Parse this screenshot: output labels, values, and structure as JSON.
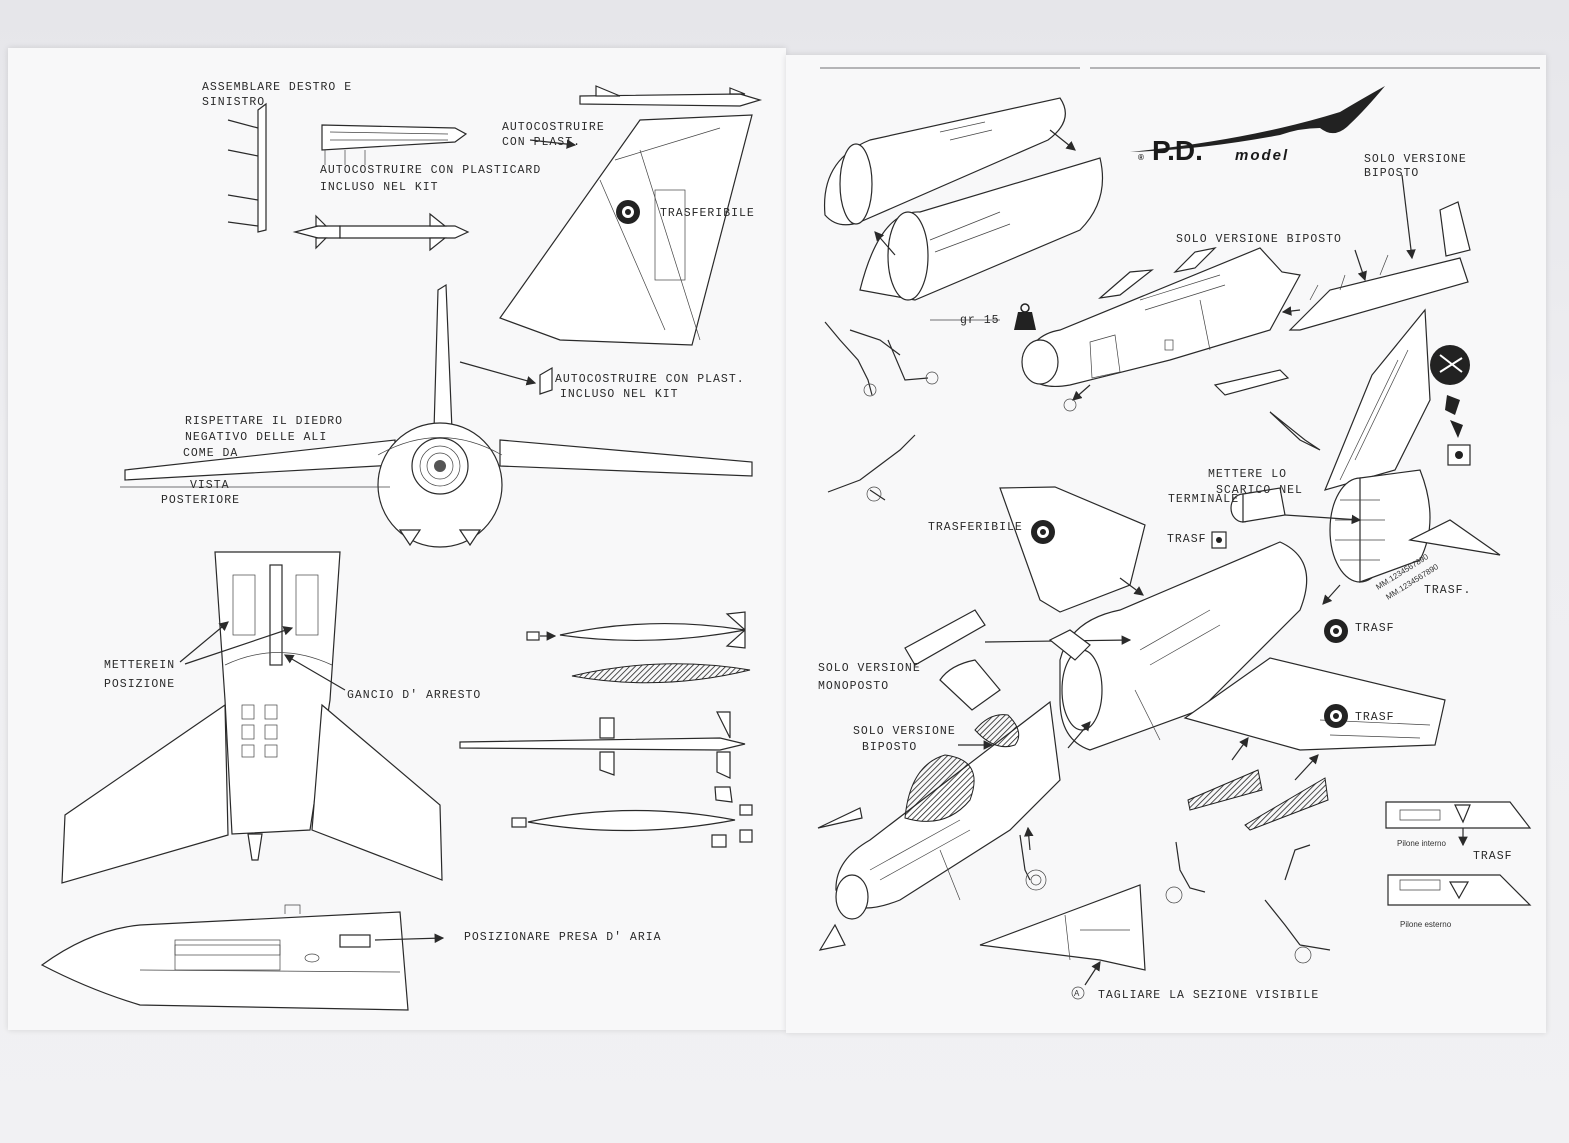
{
  "brand": {
    "name": "P.D.",
    "suffix": "model",
    "registered": "®"
  },
  "left_sheet": {
    "assemble": [
      "ASSEMBLARE DESTRO E",
      "SINISTRO"
    ],
    "plasticard": [
      "AUTOCOSTRUIRE CON PLASTICARD",
      "INCLUSO NEL KIT"
    ],
    "autocostruire": [
      "AUTOCOSTRUIRE",
      "CON PLAST."
    ],
    "trasferibile": "TRASFERIBILE",
    "plast_kit": [
      "AUTOCOSTRUIRE CON PLAST.",
      "INCLUSO NEL KIT"
    ],
    "diedro": [
      "RISPETTARE IL DIEDRO",
      "NEGATIVO DELLE ALI",
      "COME DA"
    ],
    "vista": [
      "VISTA",
      "POSTERIORE"
    ],
    "metterein": [
      "METTEREIN",
      "POSIZIONE"
    ],
    "gancio": "GANCIO D' ARRESTO",
    "presa": "POSIZIONARE PRESA D' ARIA"
  },
  "right_sheet": {
    "solo_biposto_top": [
      "SOLO VERSIONE",
      "BIPOSTO"
    ],
    "solo_biposto_mid": "SOLO VERSIONE BIPOSTO",
    "weight": "gr 15",
    "scarico": [
      "METTERE LO",
      "SCARICO NEL",
      "TERMINALE"
    ],
    "trasferibile": "TRASFERIBILE",
    "trasf_small": "TRASF",
    "trasf_dot": "TRASF.",
    "trasf_round": "TRASF",
    "trasf_wing": "TRASF",
    "serials": [
      "MM.1234567890",
      "MM.1234567890"
    ],
    "monoposto": [
      "SOLO VERSIONE",
      "MONOPOSTO"
    ],
    "biposto_canopy": [
      "SOLO VERSIONE",
      "BIPOSTO"
    ],
    "pilone_interno": "Pilone  interno",
    "pilone_esterno": "Pilone  esterno",
    "trasf_pilone": "TRASF",
    "tagliare": "TAGLIARE LA SEZIONE VISIBILE",
    "tagliare_marker": "A"
  },
  "colors": {
    "paper": "#f8f8f9",
    "ink": "#2a2a2a",
    "background": "#ebebee"
  }
}
